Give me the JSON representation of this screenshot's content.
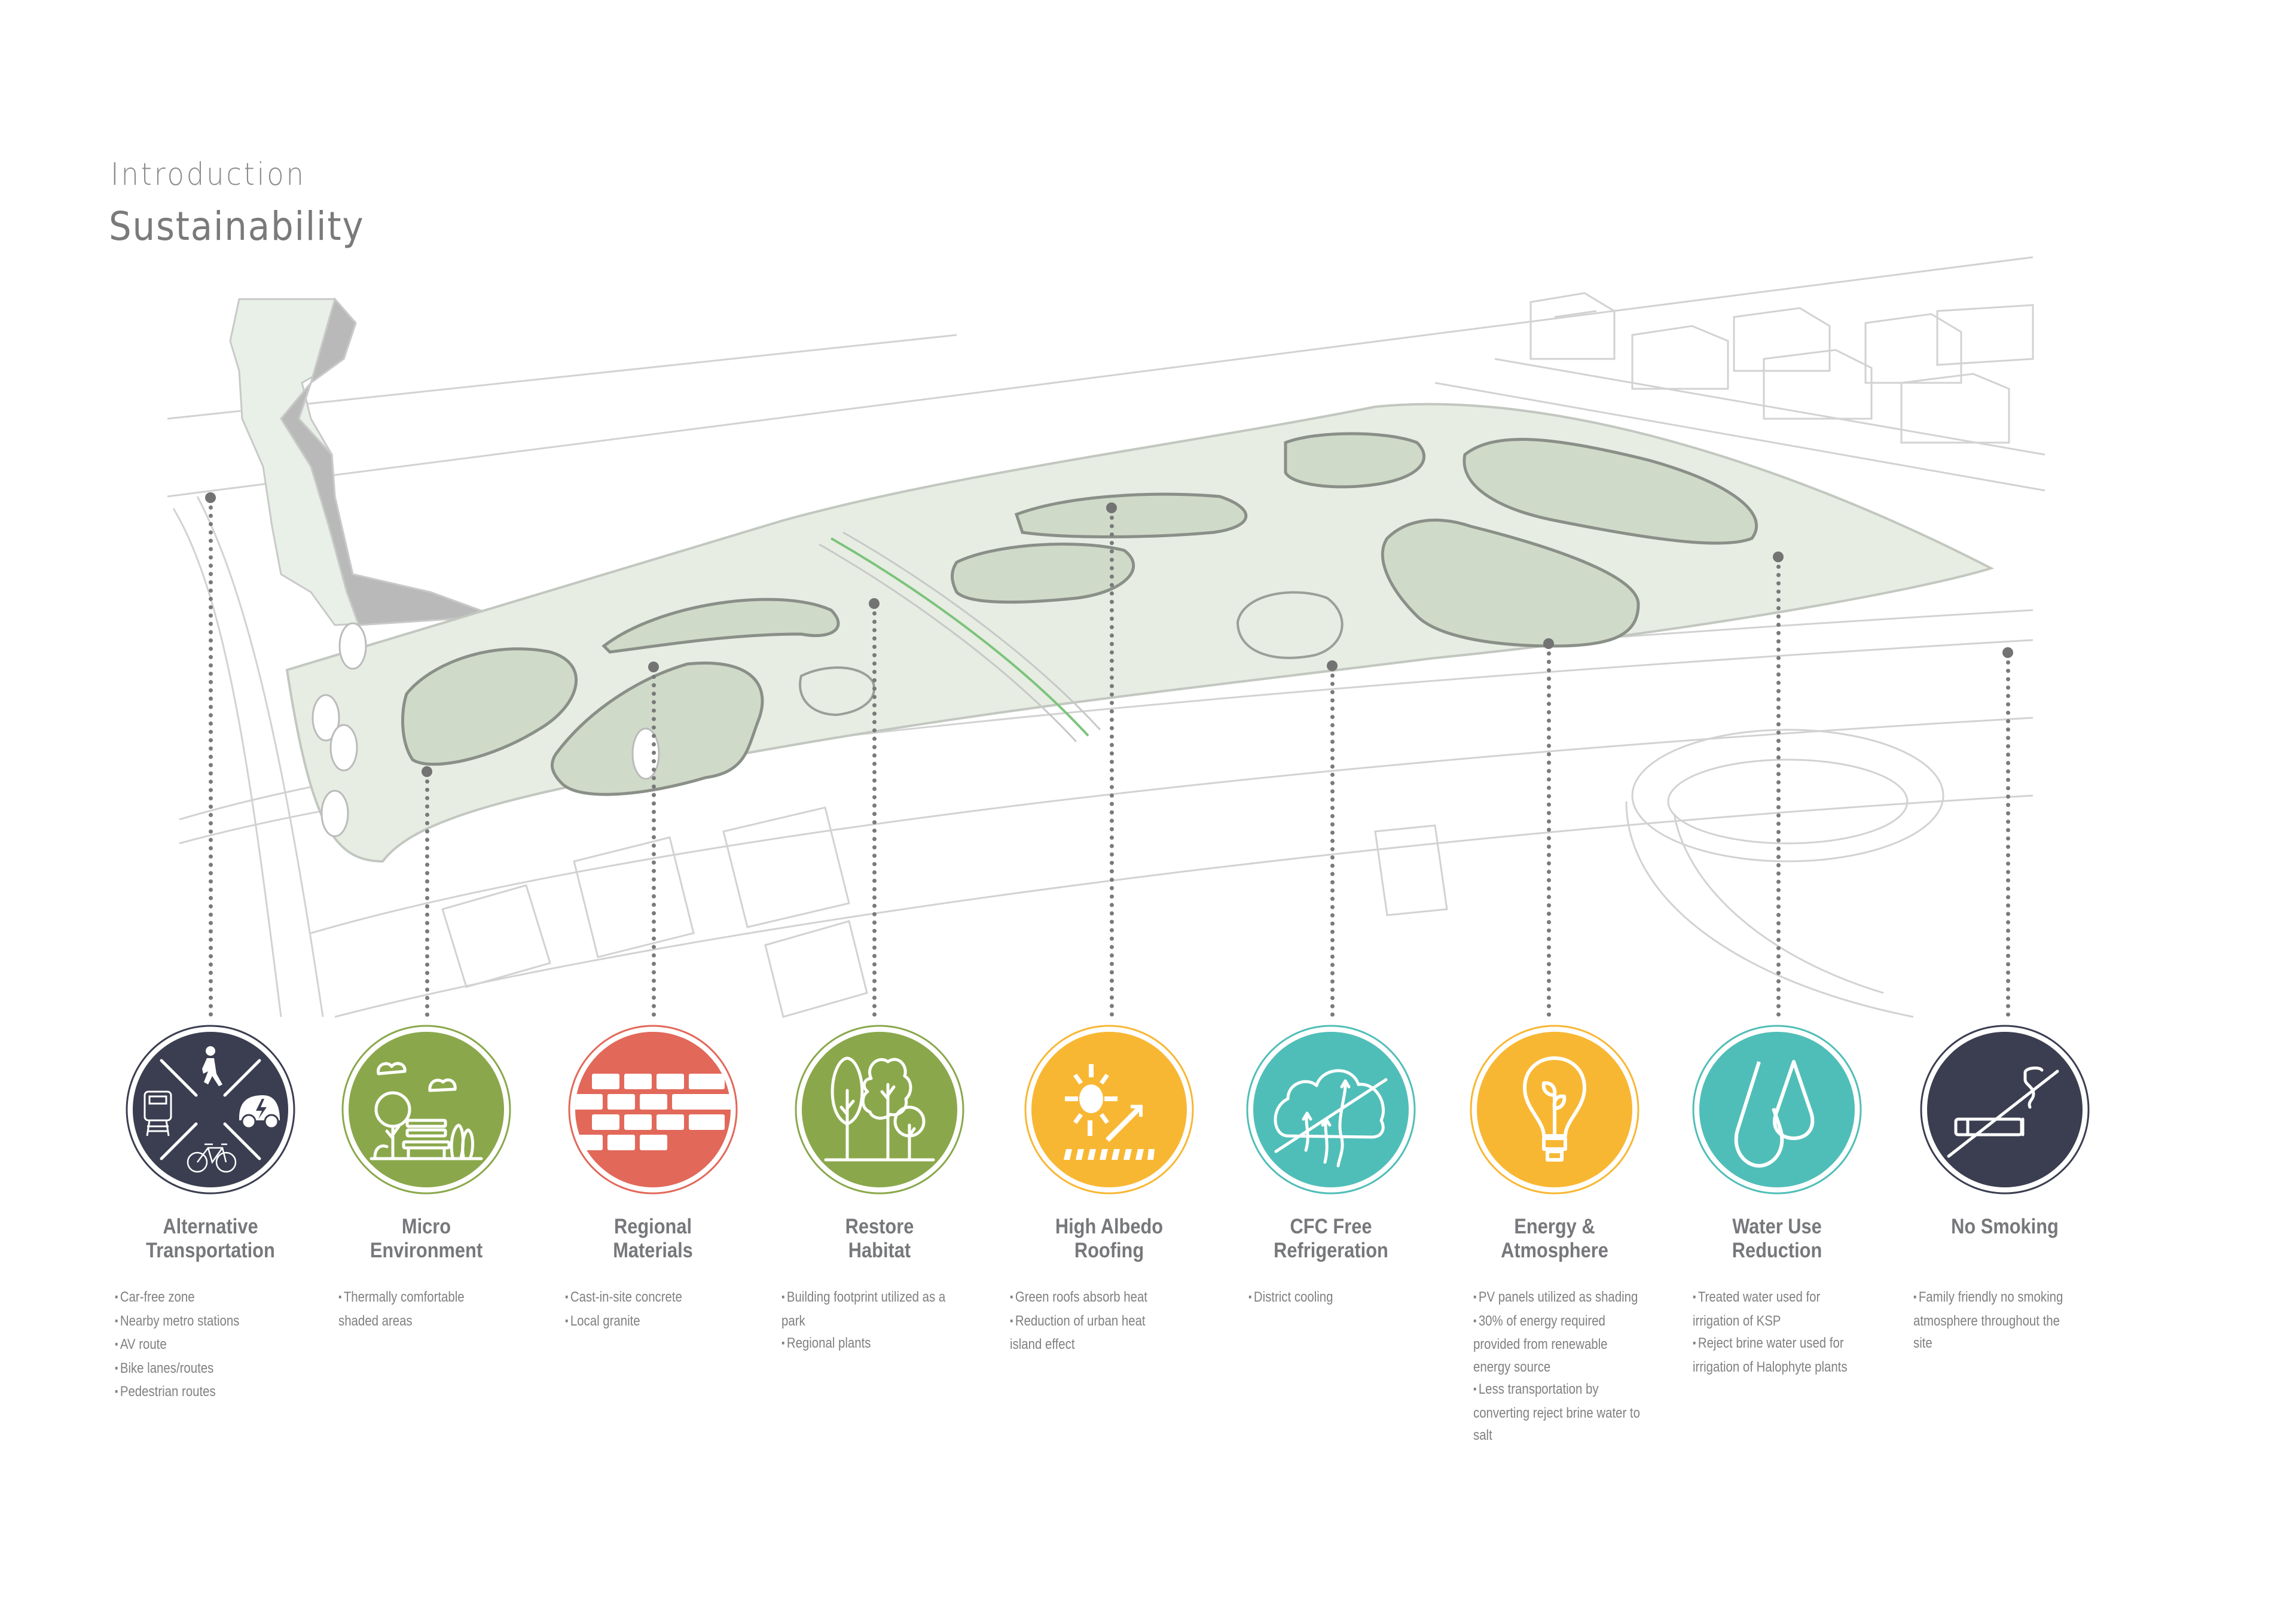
{
  "header": {
    "subtitle": "Introduction",
    "title": "Sustainability"
  },
  "map": {
    "description": "Axonometric site plan with green roofed pavilions and surrounding buildings",
    "colors": {
      "ground": "#e8eee4",
      "roof_green": "#d3dccd",
      "lines": "#c8c8c8",
      "shadow": "#b3b3b3",
      "bike_lane": "#7cc47c"
    }
  },
  "features": [
    {
      "id": "alternative-transportation",
      "title_line1": "Alternative",
      "title_line2": "Transportation",
      "icon": "transport-icon",
      "color": "#3b3e50",
      "bullets": [
        "Car-free zone",
        "Nearby metro stations",
        "AV route",
        "Bike lanes/routes",
        "Pedestrian routes"
      ]
    },
    {
      "id": "micro-environment",
      "title_line1": "Micro",
      "title_line2": "Environment",
      "icon": "park-bench-icon",
      "color": "#8aa84b",
      "bullets": [
        "Thermally comfortable shaded areas"
      ]
    },
    {
      "id": "regional-materials",
      "title_line1": "Regional",
      "title_line2": "Materials",
      "icon": "brick-wall-icon",
      "color": "#e2685a",
      "bullets": [
        "Cast-in-site concrete",
        "Local granite"
      ]
    },
    {
      "id": "restore-habitat",
      "title_line1": "Restore",
      "title_line2": "Habitat",
      "icon": "trees-icon",
      "color": "#8aa84b",
      "bullets": [
        "Building footprint utilized as a park",
        "Regional plants"
      ]
    },
    {
      "id": "high-albedo-roofing",
      "title_line1": "High Albedo",
      "title_line2": "Roofing",
      "icon": "sun-reflection-icon",
      "color": "#f8b733",
      "bullets": [
        "Green roofs absorb heat",
        "Reduction of urban heat island effect"
      ]
    },
    {
      "id": "cfc-free-refrigeration",
      "title_line1": "CFC Free",
      "title_line2": "Refrigeration",
      "icon": "no-emissions-cloud-icon",
      "color": "#50beb8",
      "bullets": [
        "District cooling"
      ]
    },
    {
      "id": "energy-atmosphere",
      "title_line1": "Energy &",
      "title_line2": "Atmosphere",
      "icon": "eco-bulb-icon",
      "color": "#f8b733",
      "bullets": [
        "PV panels utilized as shading",
        "30% of energy required provided from renewable energy source",
        "Less transportation by converting reject brine water to salt"
      ]
    },
    {
      "id": "water-use-reduction",
      "title_line1": "Water Use",
      "title_line2": "Reduction",
      "icon": "water-drops-icon",
      "color": "#50beb8",
      "bullets": [
        "Treated water used for irrigation of KSP",
        "Reject brine water used for irrigation of Halophyte plants"
      ]
    },
    {
      "id": "no-smoking",
      "title_line1": "No Smoking",
      "title_line2": "",
      "icon": "no-smoking-icon",
      "color": "#3b3e50",
      "bullets": [
        "Family friendly no smoking atmosphere throughout the site"
      ]
    }
  ]
}
